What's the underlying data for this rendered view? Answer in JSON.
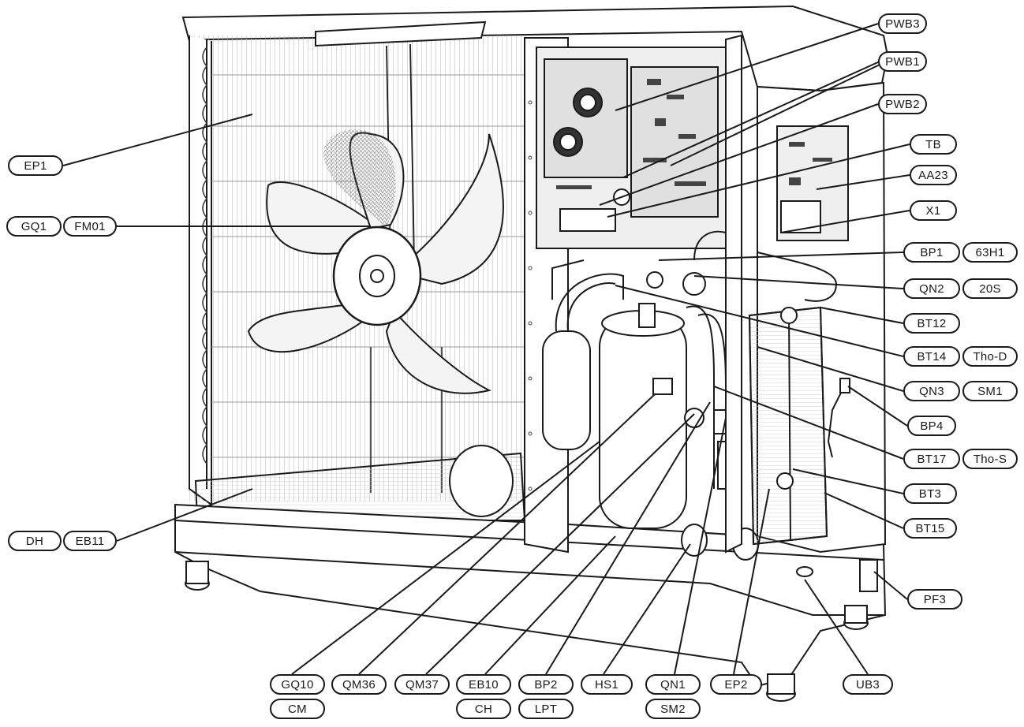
{
  "image": {
    "subject": "heat pump outdoor unit, cutaway",
    "colors": {
      "line": "#1a1a1a",
      "fill": "#ffffff",
      "hatch": "#9a9a9a",
      "pcb": "#e6e6e6"
    }
  },
  "labels": {
    "pwb3": "PWB3",
    "pwb1": "PWB1",
    "pwb2": "PWB2",
    "tb": "TB",
    "aa23": "AA23",
    "x1": "X1",
    "bp1": "BP1",
    "h63_1": "63H1",
    "qn2": "QN2",
    "s20": "20S",
    "bt12": "BT12",
    "bt14": "BT14",
    "tho_d": "Tho-D",
    "qn3": "QN3",
    "sm1": "SM1",
    "bp4": "BP4",
    "bt17": "BT17",
    "tho_s": "Tho-S",
    "bt3": "BT3",
    "bt15": "BT15",
    "pf3": "PF3",
    "ep1": "EP1",
    "gq1": "GQ1",
    "fm01": "FM01",
    "dh": "DH",
    "eb11": "EB11",
    "gq10": "GQ10",
    "cm": "CM",
    "qm36": "QM36",
    "qm37": "QM37",
    "eb10": "EB10",
    "ch": "CH",
    "bp2": "BP2",
    "lpt": "LPT",
    "hs1": "HS1",
    "qn1": "QN1",
    "sm2": "SM2",
    "ep2": "EP2",
    "ub3": "UB3"
  }
}
